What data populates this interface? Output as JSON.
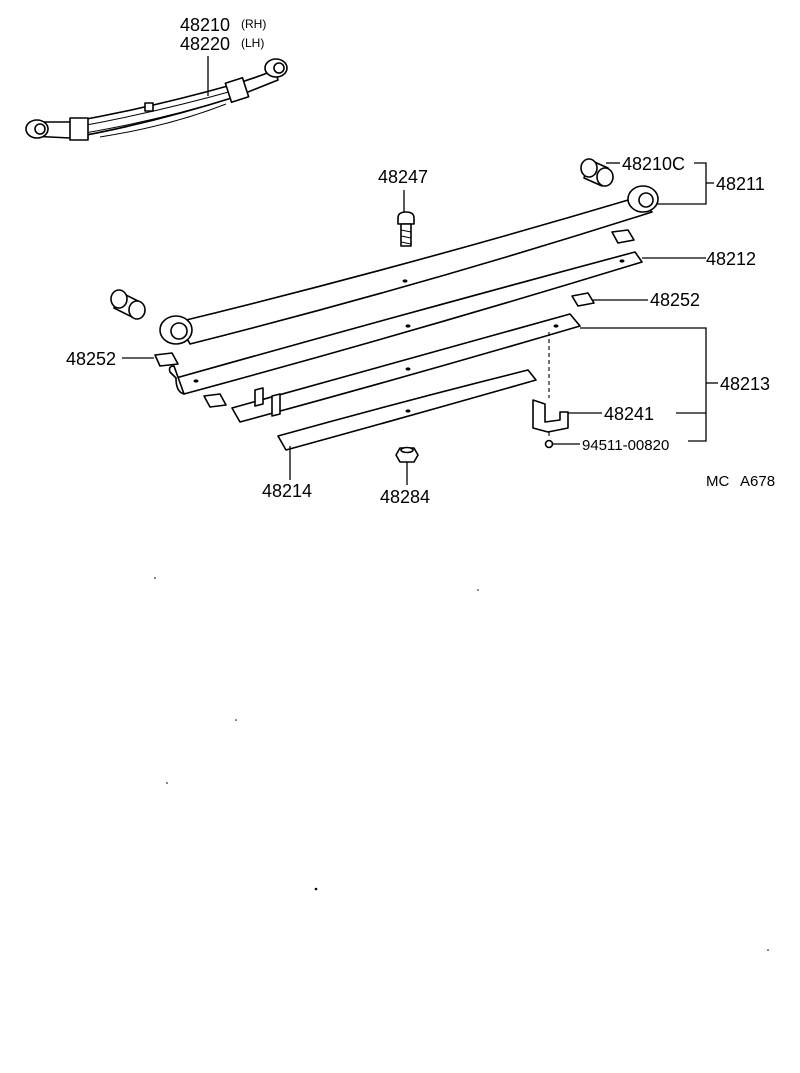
{
  "labels": {
    "leaf_spring_assy_rh": "48210",
    "rh": "(RH)",
    "leaf_spring_assy_lh": "48220",
    "lh": "(LH)",
    "bushing": "48210C",
    "main_leaf": "48211",
    "center_bolt": "48247",
    "leaf_no2": "48212",
    "silencer_right": "48252",
    "silencer_left": "48252",
    "leaf_no3": "48213",
    "clip": "48241",
    "rivet": "94511-00820",
    "leaf_no4": "48214",
    "nut": "48284"
  },
  "footer": {
    "code_prefix": "MC",
    "code_number": "A678"
  },
  "colors": {
    "ink": "#000000",
    "paper": "#ffffff"
  }
}
